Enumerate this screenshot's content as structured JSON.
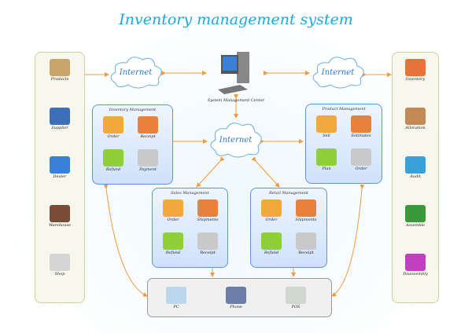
{
  "title": "Inventory management system",
  "center": {
    "label": "System Management Center",
    "icon": "computer-icon"
  },
  "clouds": [
    "Internet",
    "Internet",
    "Internet"
  ],
  "left_items": [
    "Products",
    "Supplier",
    "Dealer",
    "Warehouse",
    "Shop"
  ],
  "right_items": [
    "Inventory",
    "Allocation",
    "Audit",
    "Assemble",
    "Disassembly"
  ],
  "inventory_management": {
    "title": "Inventory Management",
    "items": [
      "Order",
      "Receipt",
      "Refund",
      "Payment"
    ]
  },
  "product_management": {
    "title": "Product Management",
    "items": [
      "Sell",
      "Estimates",
      "Plan",
      "Order"
    ]
  },
  "sales_management": {
    "title": "Sales Management",
    "items": [
      "Order",
      "Shipments",
      "Refund",
      "Receipt"
    ]
  },
  "retail_management": {
    "title": "Retail Management",
    "items": [
      "Order",
      "Shipments",
      "Refund",
      "Receipt"
    ]
  },
  "terminals": [
    "PC",
    "Phone",
    "POS"
  ],
  "colors": {
    "title": "#1aa9df",
    "arrow": "#f39a3c",
    "group_border": "#5d95d8"
  }
}
